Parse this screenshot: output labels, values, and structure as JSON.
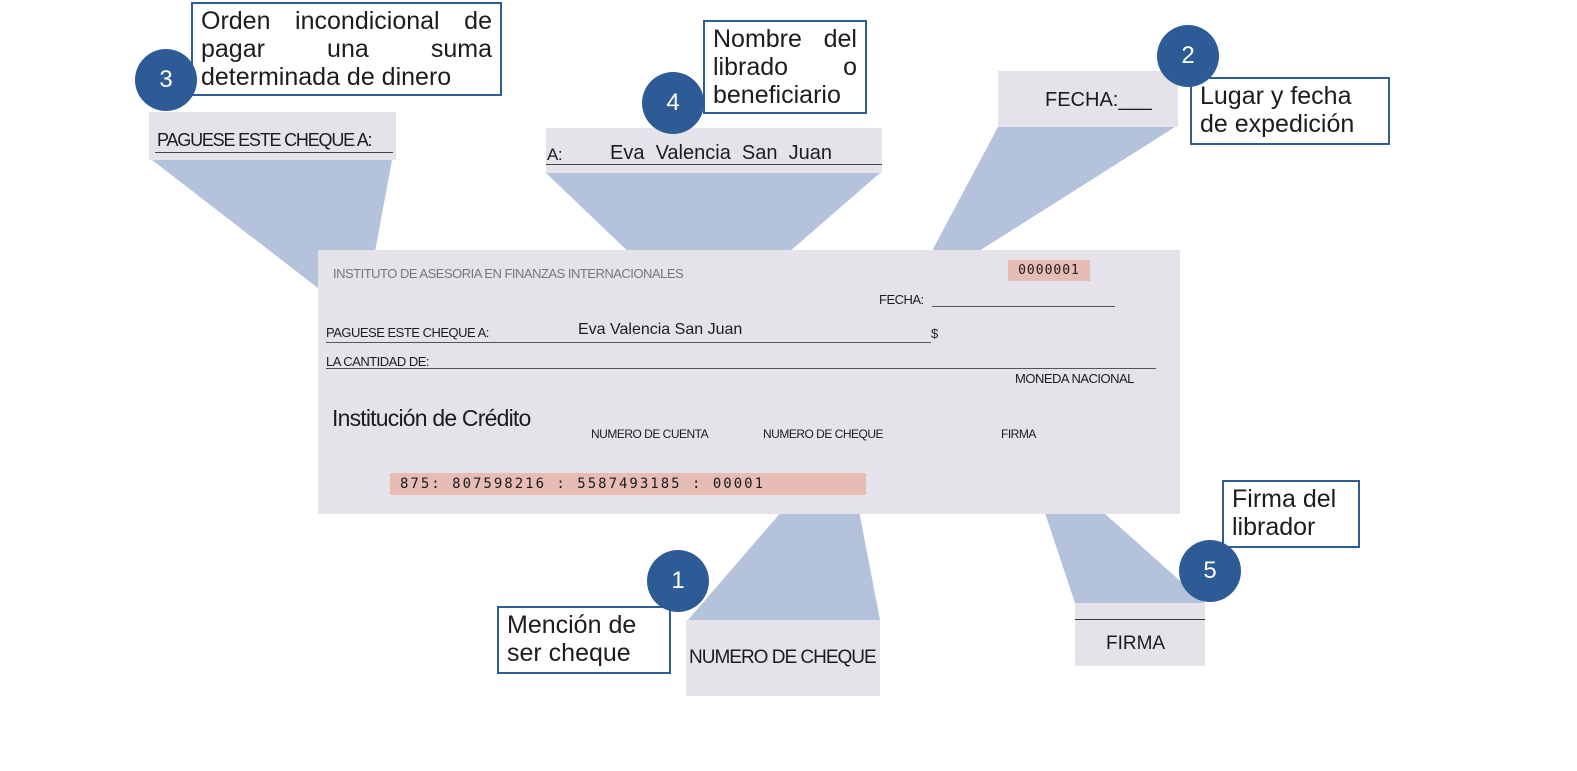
{
  "cheque": {
    "institute": "INSTITUTO DE ASESORIA EN FINANZAS INTERNACIONALES",
    "number": "0000001",
    "fecha_label": "FECHA:",
    "pay_to_label": "PAGUESE ESTE CHEQUE A:",
    "payee": "Eva Valencia San Juan",
    "currency_symbol": "$",
    "amount_label": "LA CANTIDAD DE:",
    "currency_name": "MONEDA NACIONAL",
    "bank_label": "Institución de Crédito",
    "account_label": "NUMERO DE CUENTA",
    "cheque_number_label": "NUMERO DE CHEQUE",
    "signature_label": "FIRMA",
    "micr_line": "875: 807598216 : 5587493185 : 00001"
  },
  "callouts": [
    {
      "badge": "1",
      "description": "Mención de ser cheque",
      "panel_text": "NUMERO DE CHEQUE"
    },
    {
      "badge": "2",
      "description": "Lugar y fecha de expedición",
      "panel_text": "FECHA:___"
    },
    {
      "badge": "3",
      "description": "Orden incondicional de pagar una suma determinada de dinero",
      "panel_text": "PAGUESE ESTE CHEQUE A:"
    },
    {
      "badge": "4",
      "description": "Nombre del librado o beneficiario",
      "panel_prefix": "A:",
      "panel_text": "Eva  Valencia  San  Juan"
    },
    {
      "badge": "5",
      "description": "Firma del librador",
      "panel_text": "FIRMA"
    }
  ],
  "colors": {
    "badge": "#2d5b95",
    "box_border": "#2f5d94",
    "panel": "#e6e2e9",
    "connector": "#a7b7d6",
    "highlight": "#e6bcb4"
  }
}
